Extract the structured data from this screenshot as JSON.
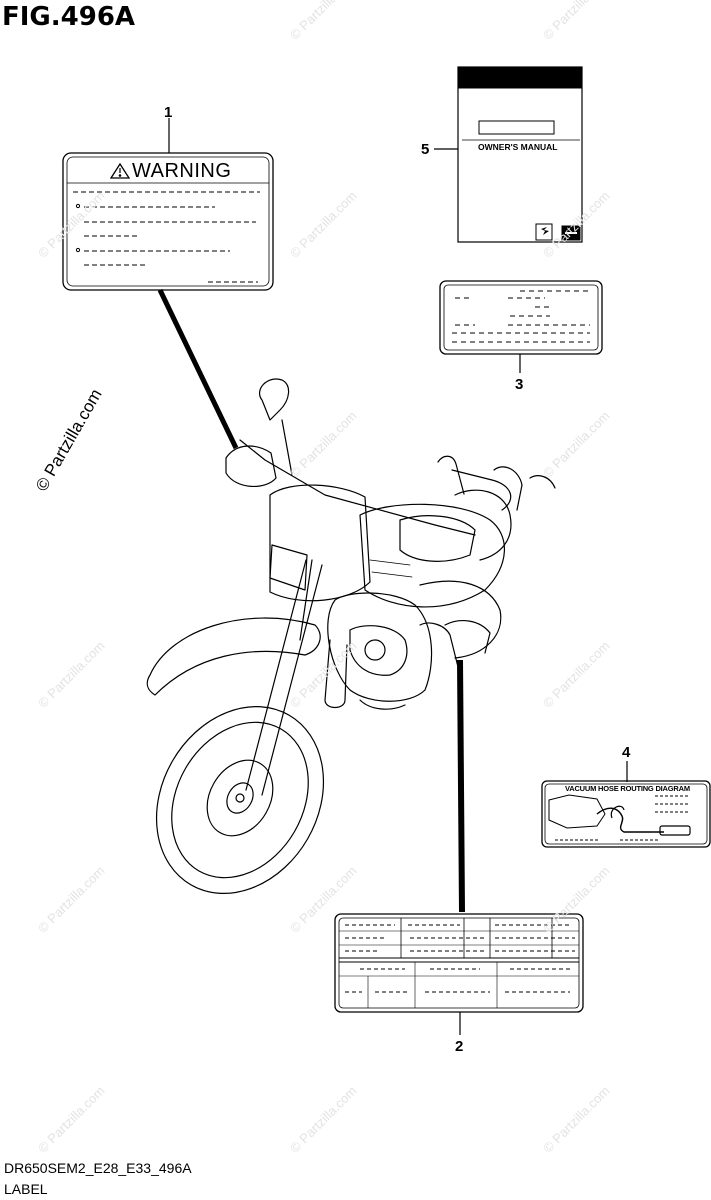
{
  "figure_title": "FIG.496A",
  "footer": {
    "code": "DR650SEM2_E28_E33_496A",
    "name": "LABEL"
  },
  "callouts": [
    "1",
    "2",
    "3",
    "4",
    "5"
  ],
  "warning_label": {
    "heading": "WARNING",
    "icon": "warning-triangle-icon"
  },
  "owners_manual": {
    "title": "OWNER'S MANUAL",
    "logo": "suzuki-logo-icon"
  },
  "vacuum_label": {
    "title": "VACUUM HOSE ROUTING DIAGRAM"
  },
  "watermark": "© Partzilla.com"
}
